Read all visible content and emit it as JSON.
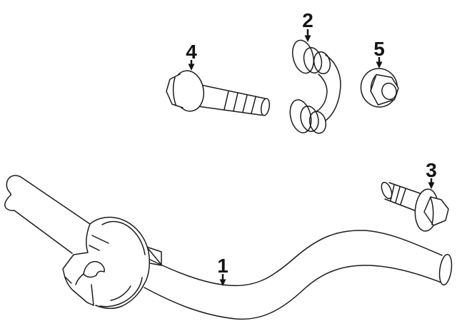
{
  "diagram": {
    "type": "exploded-parts-diagram",
    "background_color": "#ffffff",
    "line_color": "#1c1c1c",
    "callouts": [
      {
        "number": "1"
      },
      {
        "number": "2"
      },
      {
        "number": "3"
      },
      {
        "number": "4"
      },
      {
        "number": "5"
      }
    ]
  }
}
